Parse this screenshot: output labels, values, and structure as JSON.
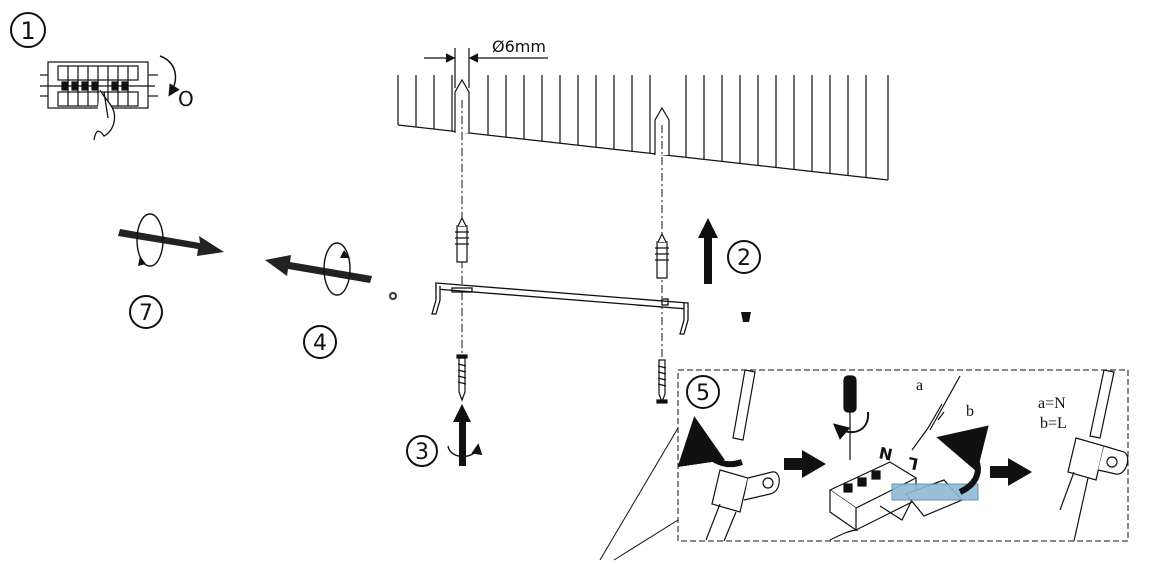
{
  "steps": {
    "step1": "1",
    "step2": "2",
    "step3": "3",
    "step4": "4",
    "step5": "5",
    "step7": "7"
  },
  "breaker": {
    "off_label": "O"
  },
  "drill": {
    "diameter_label": "Ø6mm"
  },
  "wiring": {
    "wire_a_label": "a",
    "wire_b_label": "b",
    "terminal_n_label": "N",
    "terminal_l_label": "L",
    "legend_a": "a=N",
    "legend_b": "b=L"
  },
  "colors": {
    "line": "#111111",
    "highlight_bar": "#8fb9d8"
  }
}
